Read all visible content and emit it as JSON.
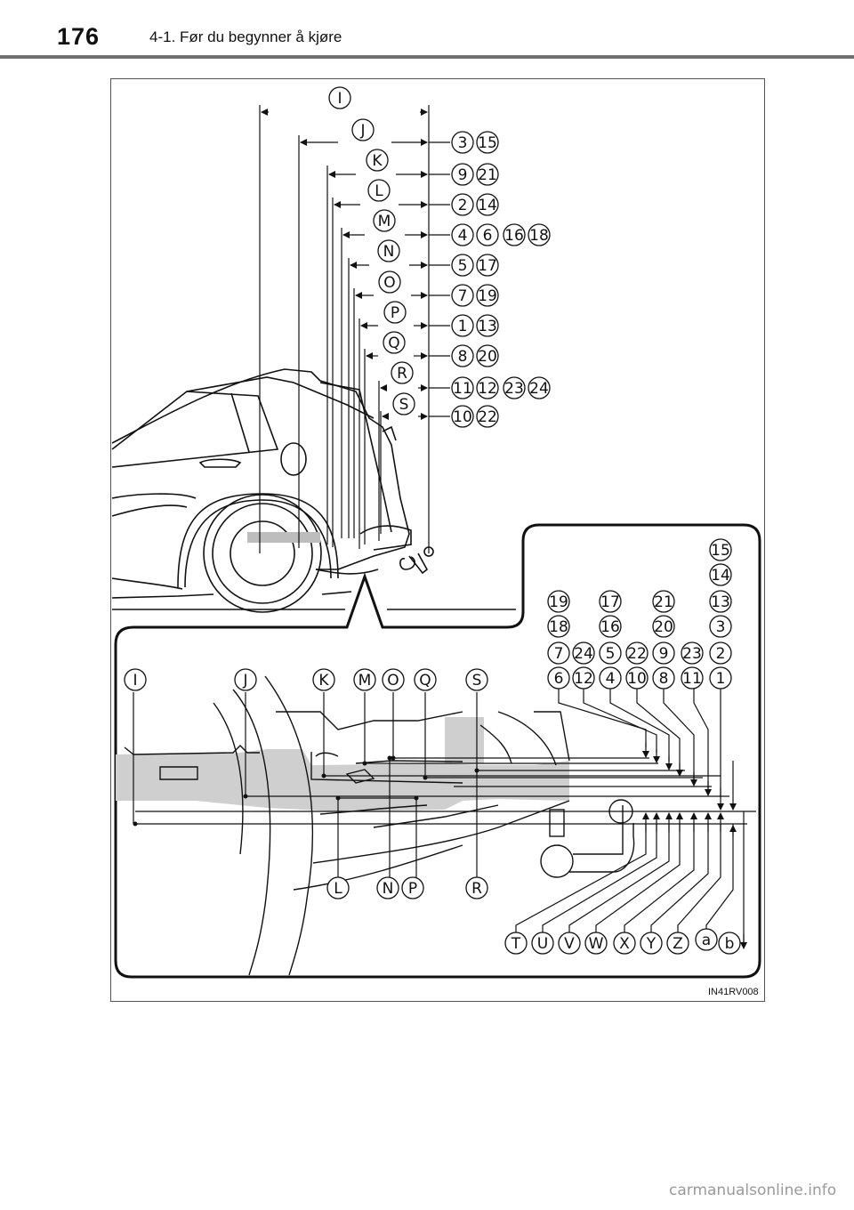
{
  "header": {
    "page_number": "176",
    "section_title": "4-1. Før du begynner å kjøre"
  },
  "figure": {
    "code": "IN41RV008",
    "letters_top": [
      "I",
      "J",
      "K",
      "L",
      "M",
      "N",
      "O",
      "P",
      "Q",
      "R",
      "S"
    ],
    "numbers_top": [
      [
        "3",
        "15"
      ],
      [
        "9",
        "21"
      ],
      [
        "2",
        "14"
      ],
      [
        "4",
        "6",
        "16",
        "18"
      ],
      [
        "5",
        "17"
      ],
      [
        "7",
        "19"
      ],
      [
        "1",
        "13"
      ],
      [
        "8",
        "20"
      ],
      [
        "11",
        "12",
        "23",
        "24"
      ],
      [
        "10",
        "22"
      ]
    ],
    "detail_letters_top": [
      "I",
      "J",
      "K",
      "M",
      "O",
      "Q",
      "S"
    ],
    "detail_letters_bottom": [
      "L",
      "N",
      "P",
      "R"
    ],
    "detail_number_rows": [
      [
        "15"
      ],
      [
        "14"
      ],
      [
        "19",
        "17",
        "21",
        "13"
      ],
      [
        "18",
        "16",
        "20",
        "3"
      ],
      [
        "7",
        "24",
        "5",
        "22",
        "9",
        "23",
        "2"
      ],
      [
        "6",
        "12",
        "4",
        "10",
        "8",
        "11",
        "1"
      ]
    ],
    "detail_letters_legend": [
      "T",
      "U",
      "V",
      "W",
      "X",
      "Y",
      "Z",
      "a",
      "b"
    ]
  },
  "footer": {
    "watermark": "carmanualsonline.info"
  }
}
